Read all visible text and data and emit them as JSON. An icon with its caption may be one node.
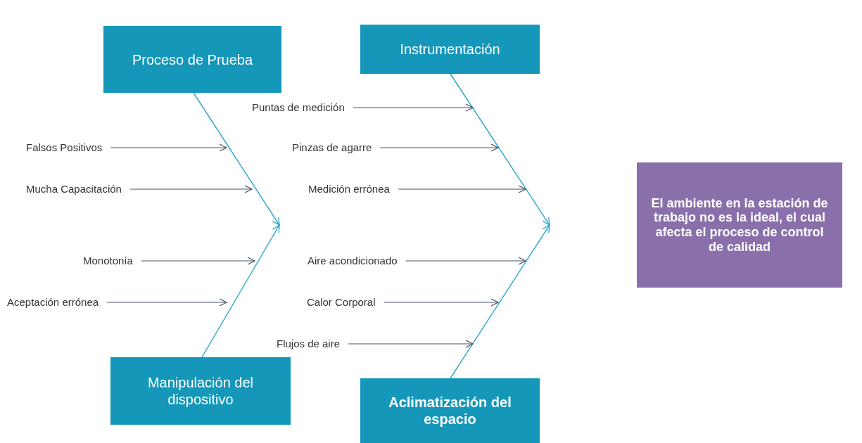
{
  "diagram": {
    "nodes": [
      {
        "text": [
          "Proceso de Prueba"
        ]
      },
      {
        "text": [
          "Instrumentación"
        ]
      },
      {
        "text": [
          "Falsos Positivos"
        ]
      },
      {
        "text": [
          "Mucha Capacitación"
        ]
      },
      {
        "text": [
          "Monotonía"
        ]
      },
      {
        "text": [
          "Aceptación errónea"
        ]
      },
      {
        "text": [
          "Puntas de medición"
        ]
      },
      {
        "text": [
          "Pinzas de agarre"
        ]
      },
      {
        "text": [
          "Medición errónea"
        ]
      },
      {
        "text": [
          "Aire acondicionado"
        ]
      },
      {
        "text": [
          "Calor Corporal"
        ]
      },
      {
        "text": [
          "Flujos de aire"
        ]
      },
      {
        "text": [
          "Manipulación del dispositivo"
        ]
      },
      {
        "text": [
          "Aclimatización del espacio"
        ]
      },
      {
        "text": [
          "El ambiente en la estación de trabajo no es la ideal, el cual afecta el proceso de control de calidad"
        ]
      }
    ],
    "edges": [
      {
        "from": 0,
        "to": null,
        "arrow": "to",
        "color": "#2aa5c8"
      },
      {
        "from": 12,
        "to": null,
        "arrow": "to",
        "color": "#2aa5c8"
      },
      {
        "from": 1,
        "to": null,
        "arrow": "to",
        "color": "#2aa5c8"
      },
      {
        "from": 13,
        "to": null,
        "arrow": "to",
        "color": "#2aa5c8"
      },
      {
        "from": 2,
        "to": null,
        "arrow": "to"
      },
      {
        "from": 3,
        "to": null,
        "arrow": "to"
      },
      {
        "from": 4,
        "to": null,
        "arrow": "to"
      },
      {
        "from": 5,
        "to": null,
        "arrow": "to"
      },
      {
        "from": 6,
        "to": null,
        "arrow": "to"
      },
      {
        "from": 7,
        "to": null,
        "arrow": "to"
      },
      {
        "from": 8,
        "to": null,
        "arrow": "to"
      },
      {
        "from": 9,
        "to": null,
        "arrow": "to"
      },
      {
        "from": 10,
        "to": null,
        "arrow": "to"
      },
      {
        "from": 11,
        "to": null,
        "arrow": "to"
      }
    ]
  }
}
